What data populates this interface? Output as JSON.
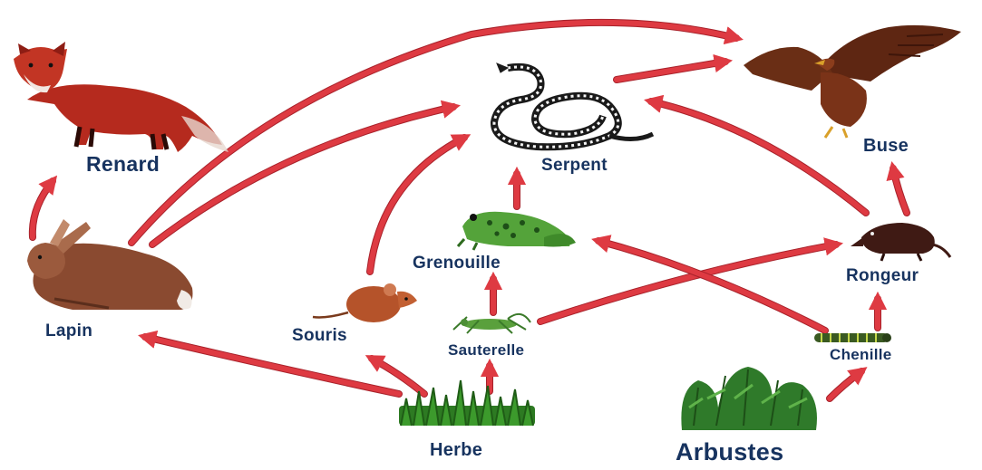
{
  "organisms": {
    "renard": {
      "label": "Renard",
      "icon": "fox-icon"
    },
    "lapin": {
      "label": "Lapin",
      "icon": "rabbit-icon"
    },
    "souris": {
      "label": "Souris",
      "icon": "mouse-icon"
    },
    "herbe": {
      "label": "Herbe",
      "icon": "grass-icon"
    },
    "arbustes": {
      "label": "Arbustes",
      "icon": "shrubs-icon"
    },
    "sauterelle": {
      "label": "Sauterelle",
      "icon": "grasshopper-icon"
    },
    "grenouille": {
      "label": "Grenouille",
      "icon": "frog-icon"
    },
    "serpent": {
      "label": "Serpent",
      "icon": "snake-icon"
    },
    "buse": {
      "label": "Buse",
      "icon": "buzzard-icon"
    },
    "rongeur": {
      "label": "Rongeur",
      "icon": "rodent-icon"
    },
    "chenille": {
      "label": "Chenille",
      "icon": "caterpillar-icon"
    }
  },
  "links": [
    {
      "from": "herbe",
      "to": "lapin"
    },
    {
      "from": "herbe",
      "to": "souris"
    },
    {
      "from": "herbe",
      "to": "sauterelle"
    },
    {
      "from": "arbustes",
      "to": "chenille"
    },
    {
      "from": "lapin",
      "to": "renard"
    },
    {
      "from": "lapin",
      "to": "buse"
    },
    {
      "from": "lapin",
      "to": "serpent"
    },
    {
      "from": "souris",
      "to": "serpent"
    },
    {
      "from": "sauterelle",
      "to": "grenouille"
    },
    {
      "from": "sauterelle",
      "to": "rongeur"
    },
    {
      "from": "grenouille",
      "to": "serpent"
    },
    {
      "from": "serpent",
      "to": "buse"
    },
    {
      "from": "rongeur",
      "to": "buse"
    },
    {
      "from": "rongeur",
      "to": "serpent"
    },
    {
      "from": "chenille",
      "to": "rongeur"
    },
    {
      "from": "chenille",
      "to": "grenouille"
    }
  ],
  "colors": {
    "arrow": "#de3a42",
    "arrow_edge": "#a8222b",
    "label": "#17335f"
  }
}
